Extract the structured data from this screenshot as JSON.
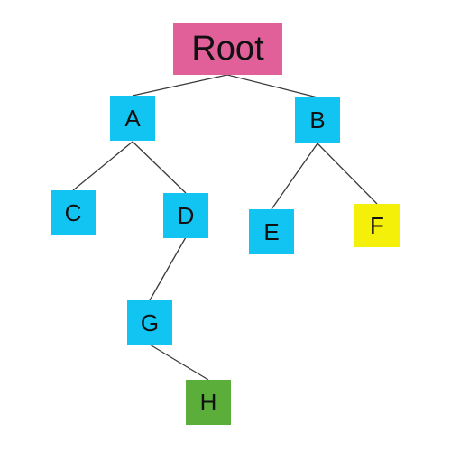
{
  "diagram": {
    "root": {
      "label": "Root",
      "color": "#E2609A"
    },
    "nodes": {
      "a": {
        "label": "A",
        "color": "#12C4F2"
      },
      "b": {
        "label": "B",
        "color": "#12C4F2"
      },
      "c": {
        "label": "C",
        "color": "#12C4F2"
      },
      "d": {
        "label": "D",
        "color": "#12C4F2"
      },
      "e": {
        "label": "E",
        "color": "#12C4F2"
      },
      "f": {
        "label": "F",
        "color": "#F5F00A"
      },
      "g": {
        "label": "G",
        "color": "#12C4F2"
      },
      "h": {
        "label": "H",
        "color": "#5CAE3A"
      }
    },
    "edges": [
      [
        "Root",
        "A"
      ],
      [
        "Root",
        "B"
      ],
      [
        "A",
        "C"
      ],
      [
        "A",
        "D"
      ],
      [
        "B",
        "E"
      ],
      [
        "B",
        "F"
      ],
      [
        "D",
        "G"
      ],
      [
        "G",
        "H"
      ]
    ]
  }
}
